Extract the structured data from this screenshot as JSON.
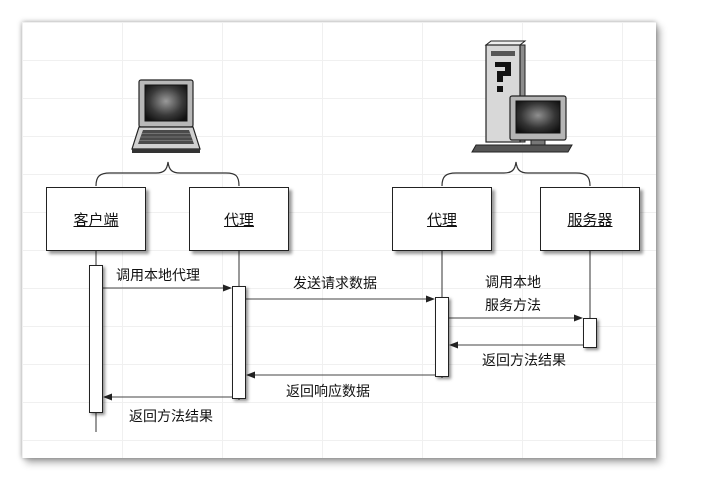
{
  "diagram": {
    "participants": {
      "client": "客户端",
      "client_proxy": "代理",
      "server_proxy": "代理",
      "server": "服务器"
    },
    "messages": {
      "call_local_proxy": "调用本地代理",
      "send_request_data": "发送请求数据",
      "call_local_service_method": [
        "调用本地",
        "服务方法"
      ],
      "return_method_result_to_proxy": "返回方法结果",
      "return_response_data": "返回响应数据",
      "return_method_result_to_client": "返回方法结果"
    },
    "icons": {
      "client_machine": "laptop-icon",
      "server_machine": "desktop-computer-icon"
    }
  }
}
